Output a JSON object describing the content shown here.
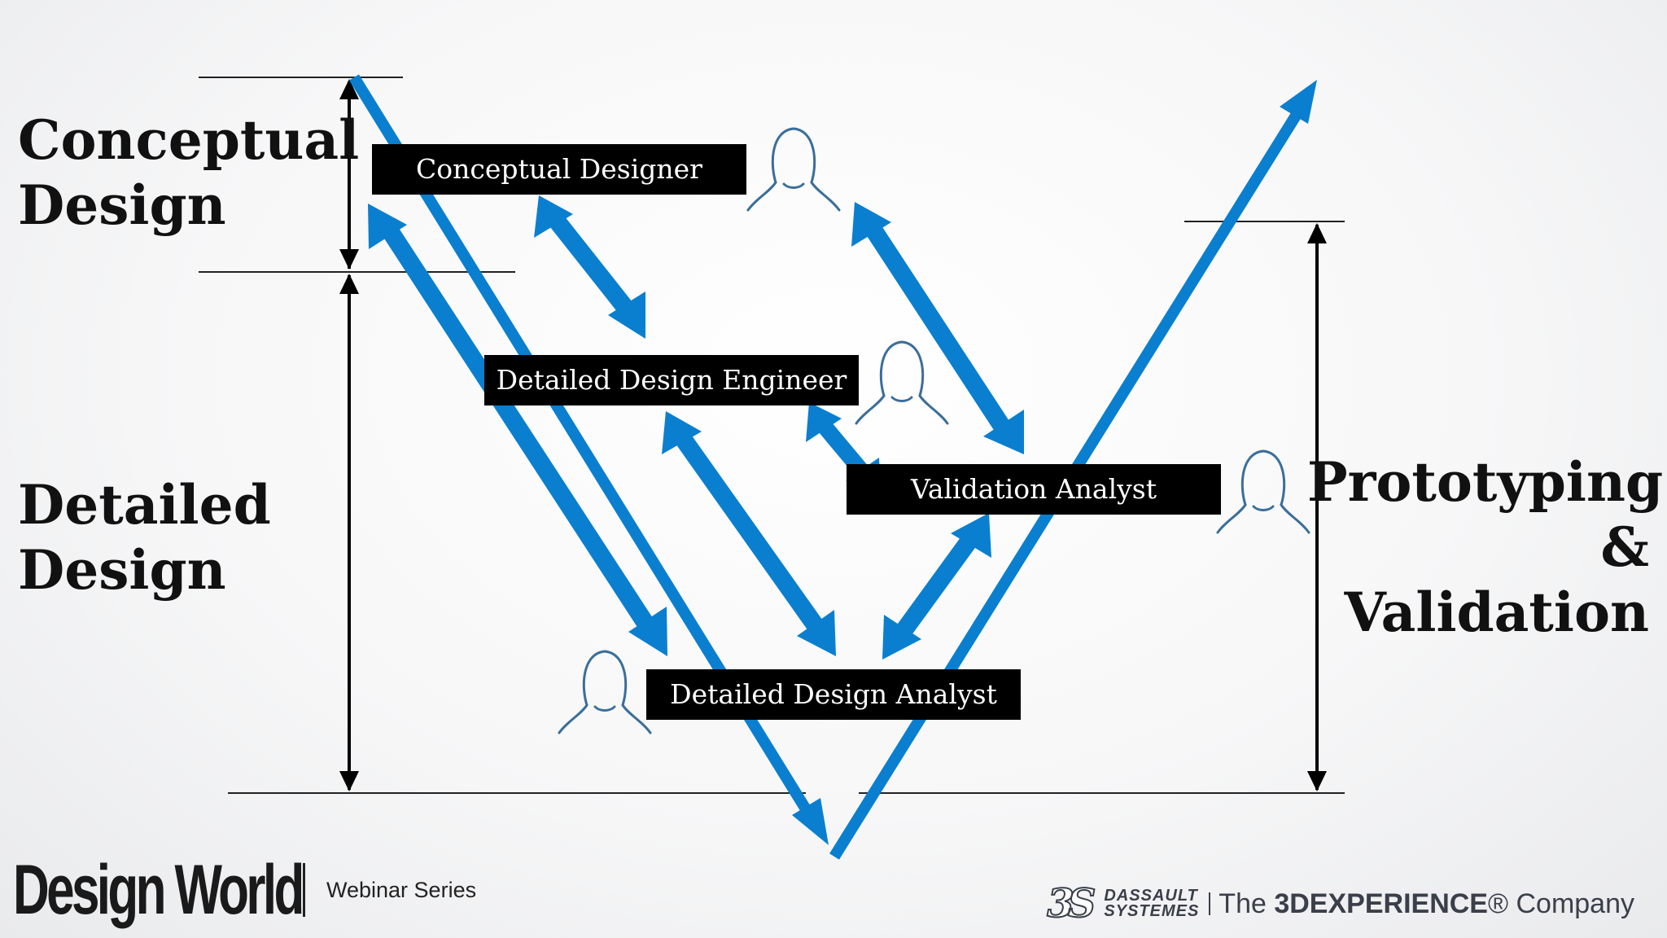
{
  "phases": {
    "conceptual": "Conceptual\nDesign",
    "detailed": "Detailed\nDesign",
    "prototyping": "Prototyping\n& Validation"
  },
  "roles": {
    "conceptual_designer": "Conceptual Designer",
    "detailed_design_engineer": "Detailed Design Engineer",
    "validation_analyst": "Validation Analyst",
    "detailed_design_analyst": "Detailed Design Analyst"
  },
  "footer": {
    "brand": "Design World",
    "series": "Webinar Series",
    "company_mark": "3S",
    "company_name": "DASSAULT\nSYSTEMES",
    "tagline_prefix": "The ",
    "tagline_brand": "3DEXPERIENCE",
    "tagline_suffix": "® Company"
  },
  "colors": {
    "arrow_blue": "#0a7fcf",
    "person_outline": "#3b6e9a",
    "label_bg": "#000000",
    "label_text": "#ffffff"
  },
  "icons": [
    "person-outline-icon"
  ]
}
